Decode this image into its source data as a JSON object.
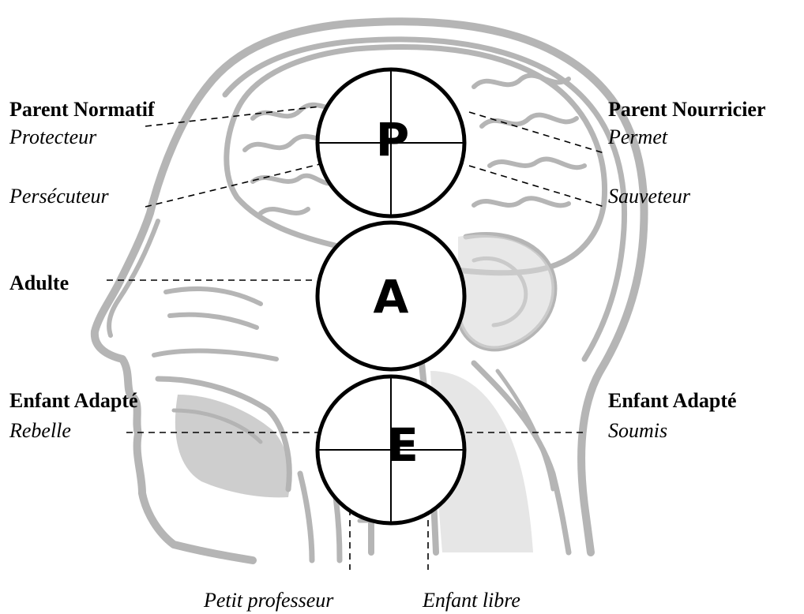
{
  "ego_states": {
    "parent": {
      "letter": "P",
      "left_title": "Parent Normatif",
      "left_positive": "Protecteur",
      "left_negative": "Persécuteur",
      "right_title": "Parent Nourricier",
      "right_positive": "Permet",
      "right_negative": "Sauveteur"
    },
    "adult": {
      "letter": "A",
      "title": "Adulte"
    },
    "child": {
      "letter": "E",
      "left_title": "Enfant Adapté",
      "left_sub": "Rebelle",
      "right_title": "Enfant Adapté",
      "right_sub": "Soumis",
      "bottom_left": "Petit professeur",
      "bottom_right": "Enfant libre"
    }
  },
  "colors": {
    "ink": "#000000",
    "head_fill": "#ececec",
    "head_stroke": "#b5b5b5",
    "head_dark": "#9a9a9a"
  },
  "background_image": "head-anatomy-silhouette"
}
